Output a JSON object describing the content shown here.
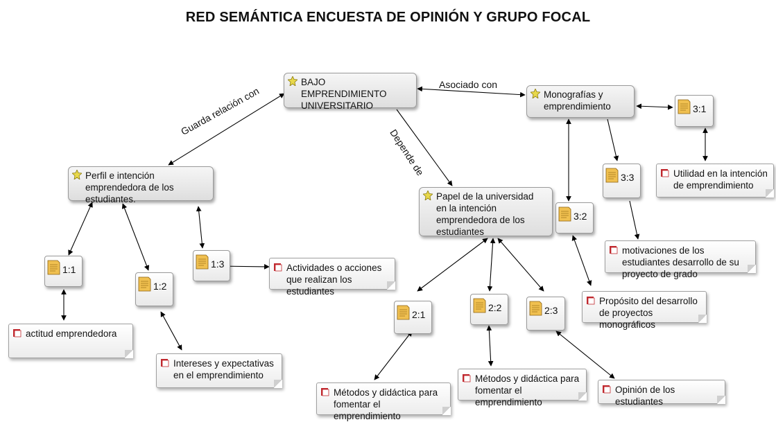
{
  "title": "RED SEMÁNTICA ENCUESTA DE OPINIÓN Y GRUPO FOCAL",
  "codes": {
    "bajo": "BAJO EMPRENDIMIENTO UNIVERSITARIO",
    "perfil": "Perfil  e intención emprendedora de los estudiantes.",
    "papel": "Papel de la universidad en la intención emprendedora de los estudiantes",
    "mono": "Monografías y emprendimiento"
  },
  "documents": {
    "d11": "1:1",
    "d12": "1:2",
    "d13": "1:3",
    "d21": "2:1",
    "d22": "2:2",
    "d23": "2:3",
    "d31": "3:1",
    "d32": "3:2",
    "d33": "3:3"
  },
  "quotes": {
    "actitud": "actitud emprendedora",
    "intereses": "Intereses y expectativas en el emprendimiento",
    "actividades": "Actividades o acciones que realizan los estudiantes",
    "metodos1": "Métodos y didáctica para fomentar el emprendimiento",
    "metodos2": "Métodos y didáctica para fomentar el emprendimiento",
    "opinion": "Opinión de los estudiantes",
    "utilidad": "Utilidad en la intención de emprendimiento",
    "motivaciones": "motivaciones de los estudiantes desarrollo de su proyecto de grado",
    "proposito": "Propósito del desarrollo de proyectos monográficos"
  },
  "relations": {
    "asociado": "Asociado con",
    "guarda": "Guarda relación  con",
    "depende": "Depende de"
  },
  "colors": {
    "code_icon": "#e8d84a",
    "doc_icon": "#f0c050",
    "quote_icon": "#c0282e",
    "arrow": "#000000"
  }
}
